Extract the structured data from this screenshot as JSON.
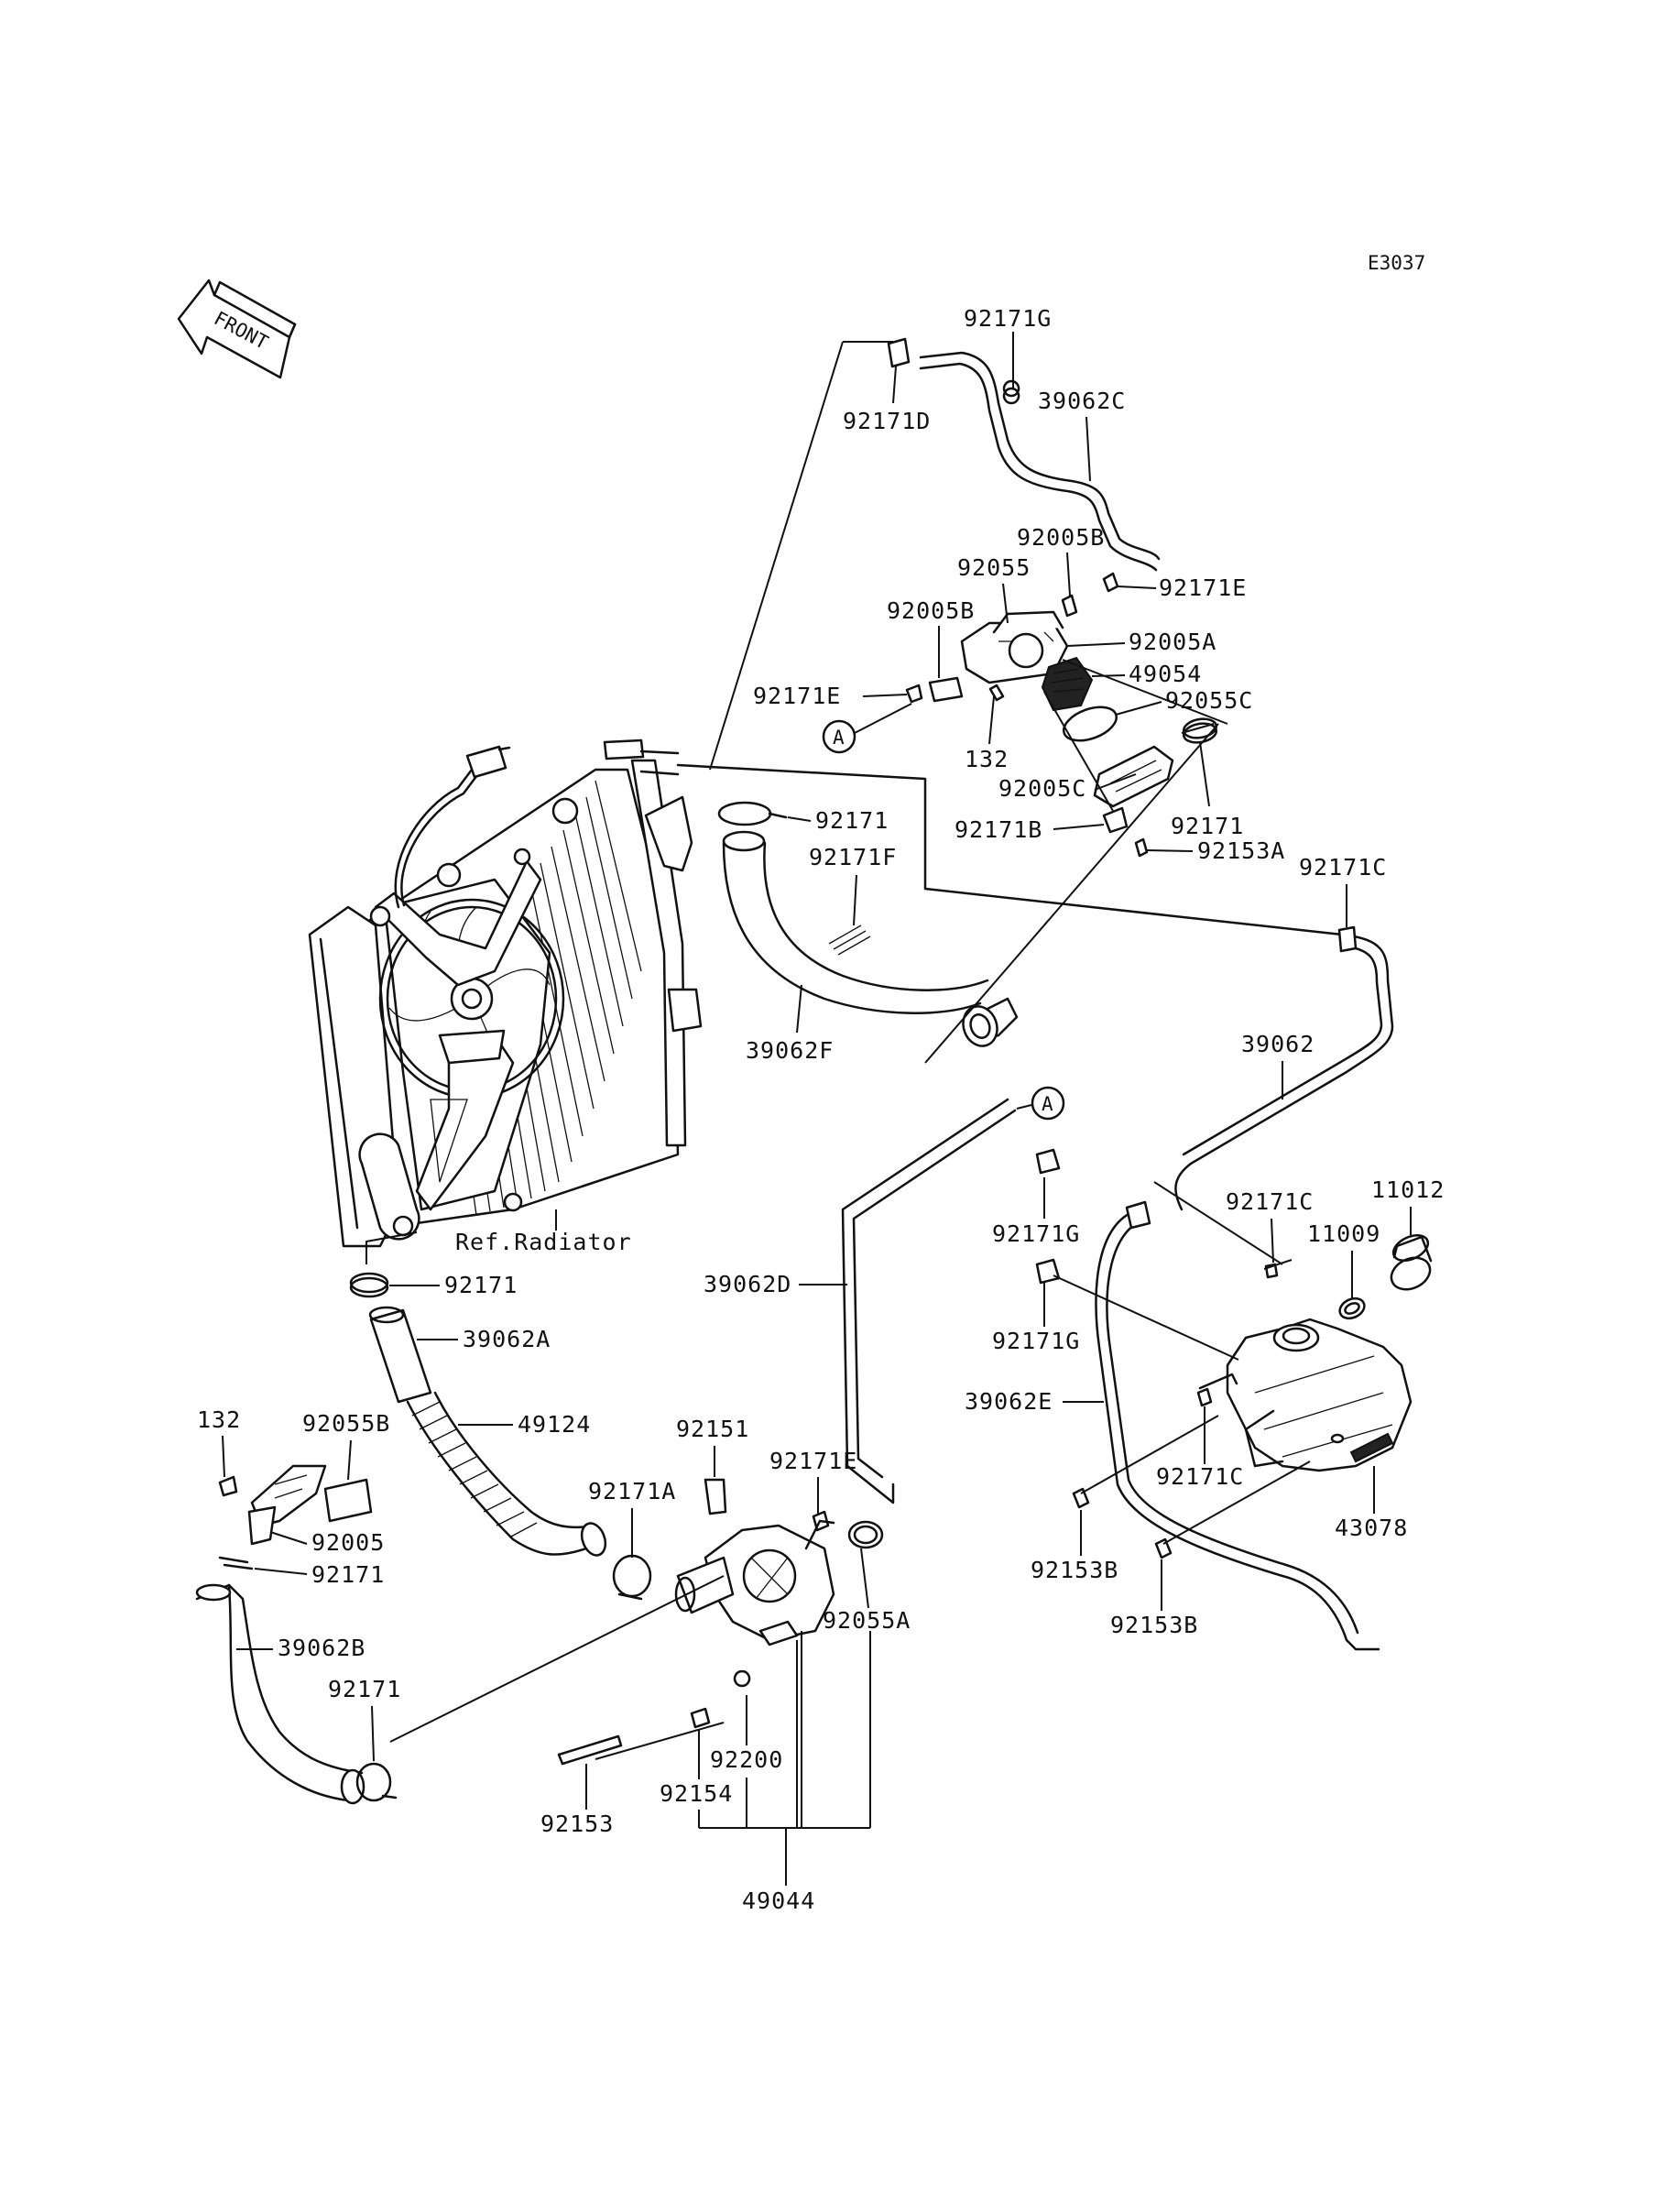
{
  "diagram_code": "E3037",
  "front_text": "FRONT",
  "ref_radiator": "Ref.Radiator",
  "circle_marker": "A",
  "labels": [
    {
      "id": "92171G_top",
      "text": "92171G"
    },
    {
      "id": "39062C",
      "text": "39062C"
    },
    {
      "id": "92171D",
      "text": "92171D"
    },
    {
      "id": "92005B_a",
      "text": "92005B"
    },
    {
      "id": "92055",
      "text": "92055"
    },
    {
      "id": "92171E_top",
      "text": "92171E"
    },
    {
      "id": "92005B_b",
      "text": "92005B"
    },
    {
      "id": "92005A",
      "text": "92005A"
    },
    {
      "id": "49054",
      "text": "49054"
    },
    {
      "id": "92171E_left",
      "text": "92171E"
    },
    {
      "id": "92055C",
      "text": "92055C"
    },
    {
      "id": "132_top",
      "text": "132"
    },
    {
      "id": "92171_top",
      "text": "92171"
    },
    {
      "id": "92005C",
      "text": "92005C"
    },
    {
      "id": "92171_right",
      "text": "92171"
    },
    {
      "id": "92171B",
      "text": "92171B"
    },
    {
      "id": "92153A",
      "text": "92153A"
    },
    {
      "id": "92171F",
      "text": "92171F"
    },
    {
      "id": "92171C_top",
      "text": "92171C"
    },
    {
      "id": "39062F",
      "text": "39062F"
    },
    {
      "id": "39062",
      "text": "39062"
    },
    {
      "id": "11012",
      "text": "11012"
    },
    {
      "id": "92171C_mid",
      "text": "92171C"
    },
    {
      "id": "11009",
      "text": "11009"
    },
    {
      "id": "92171G_mid",
      "text": "92171G"
    },
    {
      "id": "92171_mid",
      "text": "92171"
    },
    {
      "id": "39062D",
      "text": "39062D"
    },
    {
      "id": "39062A",
      "text": "39062A"
    },
    {
      "id": "92171G_low",
      "text": "92171G"
    },
    {
      "id": "39062E",
      "text": "39062E"
    },
    {
      "id": "132_low",
      "text": "132"
    },
    {
      "id": "92055B",
      "text": "92055B"
    },
    {
      "id": "49124",
      "text": "49124"
    },
    {
      "id": "92151",
      "text": "92151"
    },
    {
      "id": "92171E_low",
      "text": "92171E"
    },
    {
      "id": "92171A",
      "text": "92171A"
    },
    {
      "id": "92171C_low",
      "text": "92171C"
    },
    {
      "id": "43078",
      "text": "43078"
    },
    {
      "id": "92005",
      "text": "92005"
    },
    {
      "id": "92171_low1",
      "text": "92171"
    },
    {
      "id": "92055A",
      "text": "92055A"
    },
    {
      "id": "92153B_a",
      "text": "92153B"
    },
    {
      "id": "92153B_b",
      "text": "92153B"
    },
    {
      "id": "39062B",
      "text": "39062B"
    },
    {
      "id": "92171_low2",
      "text": "92171"
    },
    {
      "id": "92200",
      "text": "92200"
    },
    {
      "id": "92154",
      "text": "92154"
    },
    {
      "id": "92153",
      "text": "92153"
    },
    {
      "id": "49044",
      "text": "49044"
    }
  ]
}
